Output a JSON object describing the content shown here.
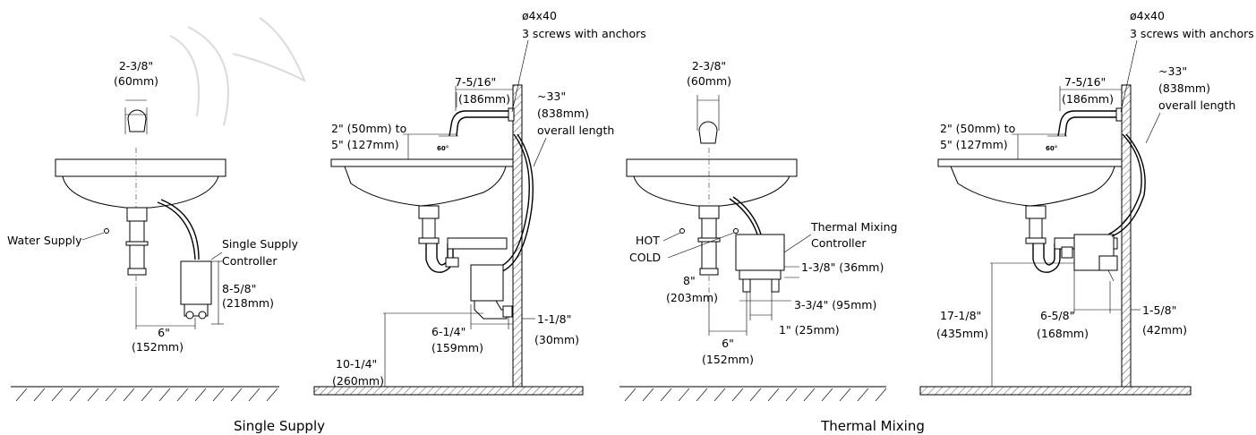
{
  "captions": {
    "single": "Single Supply",
    "thermal": "Thermal Mixing"
  },
  "single_front": {
    "faucet_width": "2-3/8\"",
    "faucet_width_mm": "(60mm)",
    "water_supply": "Water Supply",
    "controller_line1": "Single Supply",
    "controller_line2": "Controller",
    "controller_height": "8-5/8\"",
    "controller_height_mm": "(218mm)",
    "offset": "6\"",
    "offset_mm": "(152mm)"
  },
  "single_side": {
    "screws_line1": "ø4x40",
    "screws_line2": "3 screws with anchors",
    "spout_reach": "7-5/16\"",
    "spout_reach_mm": "(186mm)",
    "length": "~33\"",
    "length_mm": "(838mm)",
    "length_label": "overall length",
    "spout_height_line1": "2\" (50mm) to",
    "spout_height_line2": "5\" (127mm)",
    "angle": "60°",
    "ctrl_depth": "6-1/4\"",
    "ctrl_depth_mm": "(159mm)",
    "ctrl_wall": "1-1/8\"",
    "ctrl_wall_mm": "(30mm)",
    "ctrl_floor": "10-1/4\"",
    "ctrl_floor_mm": "(260mm)"
  },
  "thermal_front": {
    "faucet_width": "2-3/8\"",
    "faucet_width_mm": "(60mm)",
    "hot": "HOT",
    "cold": "COLD",
    "controller_line1": "Thermal Mixing",
    "controller_line2": "Controller",
    "dim_a": "1-3/8\" (36mm)",
    "dim_b": "3-3/4\" (95mm)",
    "dim_c": "1\" (25mm)",
    "height": "8\"",
    "height_mm": "(203mm)",
    "offset": "6\"",
    "offset_mm": "(152mm)"
  },
  "thermal_side": {
    "screws_line1": "ø4x40",
    "screws_line2": "3 screws with anchors",
    "spout_reach": "7-5/16\"",
    "spout_reach_mm": "(186mm)",
    "length": "~33\"",
    "length_mm": "(838mm)",
    "length_label": "overall length",
    "spout_height_line1": "2\" (50mm) to",
    "spout_height_line2": "5\" (127mm)",
    "angle": "60°",
    "ctrl_floor": "17-1/8\"",
    "ctrl_floor_mm": "(435mm)",
    "ctrl_depth": "6-5/8\"",
    "ctrl_depth_mm": "(168mm)",
    "ctrl_wall": "1-5/8\"",
    "ctrl_wall_mm": "(42mm)"
  }
}
